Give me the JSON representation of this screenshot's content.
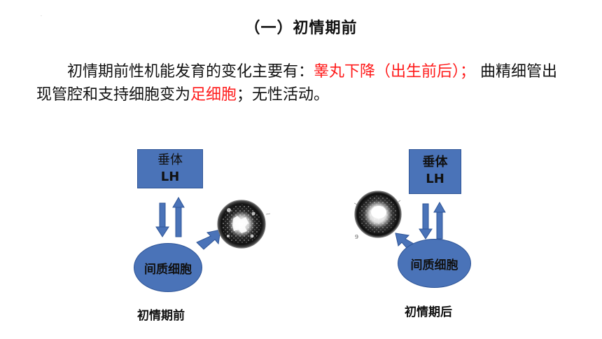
{
  "title": "（一）初情期前",
  "paragraph": {
    "part1": "初情期前性机能发育的变化主要有：",
    "highlight1": "睾丸下降（出生前后）；",
    "part2": " 曲精细管出现管腔和支持细胞变为",
    "highlight2": "足细胞",
    "part3": "；无性活动。"
  },
  "left_diagram": {
    "box_line1": "垂体",
    "box_line2": "LH",
    "ellipse_label": "间质细胞",
    "caption": "初情期前"
  },
  "right_diagram": {
    "box_line1": "垂体",
    "box_line2": "LH",
    "ellipse_label": "间质细胞",
    "caption": "初情期后",
    "small_number": "9"
  },
  "colors": {
    "box_fill": "#4a73b8",
    "box_border": "#2f5597",
    "highlight_text": "#ff1a1a"
  }
}
